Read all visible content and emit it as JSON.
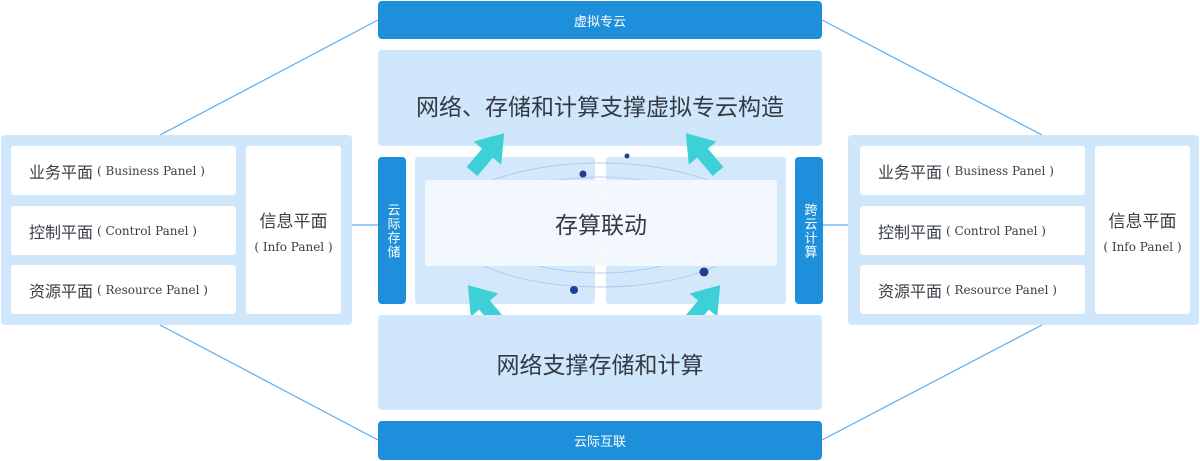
{
  "top_bar": "虚拟专云",
  "bottom_bar": "云际互联",
  "upper_panel": "网络、存储和计算支撑虚拟专云构造",
  "lower_panel": "网络支撑存储和计算",
  "center_label": "存算联动",
  "left_vertical": "云际存储",
  "right_vertical": "跨云计算",
  "left_group": {
    "rows": [
      {
        "zh": "业务平面",
        "en": "( Business Panel )"
      },
      {
        "zh": "控制平面",
        "en": "( Control Panel )"
      },
      {
        "zh": "资源平面",
        "en": "( Resource Panel )"
      }
    ],
    "info": {
      "zh": "信息平面",
      "en": "( Info Panel )"
    }
  },
  "right_group": {
    "rows": [
      {
        "zh": "业务平面",
        "en": "( Business Panel )"
      },
      {
        "zh": "控制平面",
        "en": "( Control Panel )"
      },
      {
        "zh": "资源平面",
        "en": "( Resource Panel )"
      }
    ],
    "info": {
      "zh": "信息平面",
      "en": "( Info Panel )"
    }
  },
  "colors": {
    "dark_blue": "#1e90db",
    "light_blue": "#cfe6fb",
    "arrow_cyan": "#3dd1d7",
    "line_blue": "#5aaef0",
    "dot_navy": "#1f3f8a"
  }
}
